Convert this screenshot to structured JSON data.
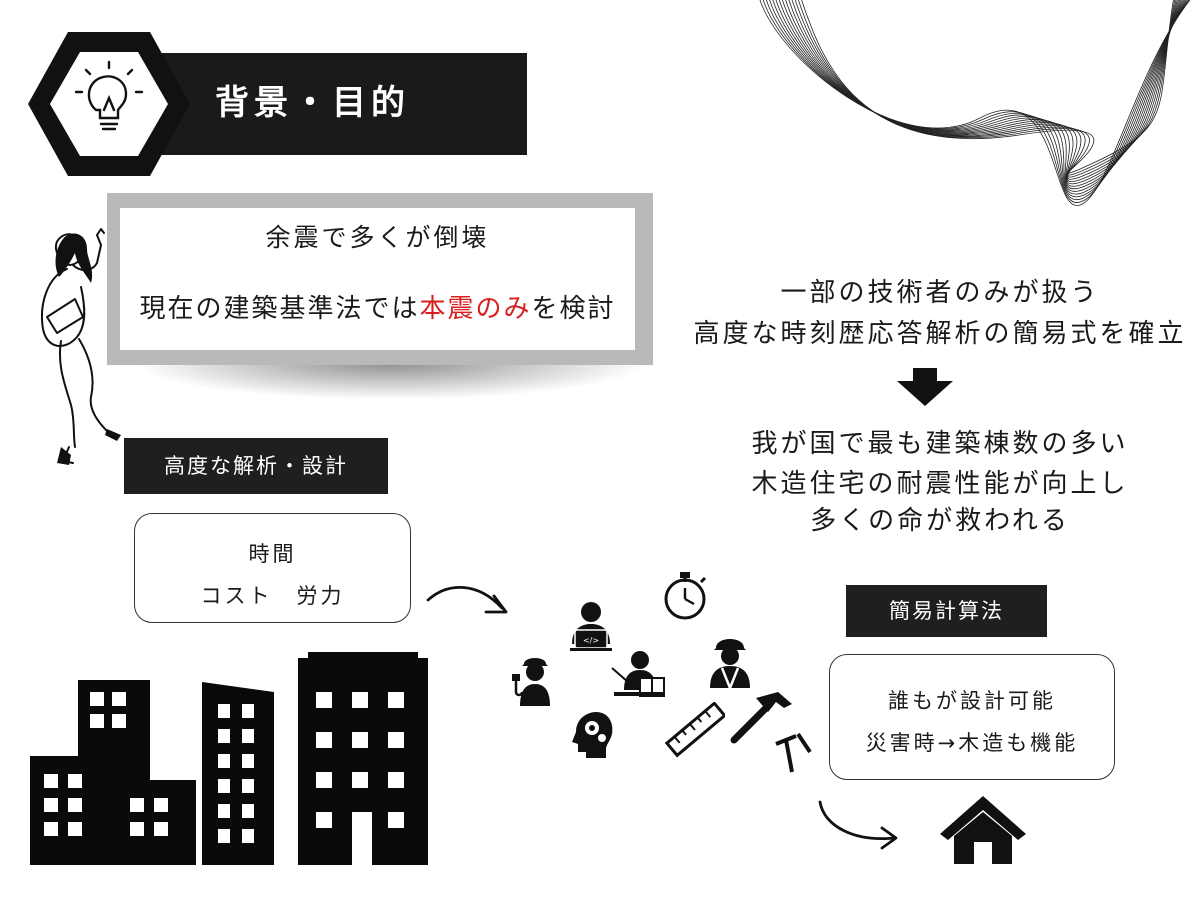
{
  "header": {
    "title": "背景・目的",
    "icon": "lightbulb-icon"
  },
  "problem": {
    "line1": "余震で多くが倒壊",
    "line2_before": "現在の建築基準法では",
    "line2_highlight": "本震のみ",
    "line2_after": "を検討",
    "highlight_color": "#d81f1f"
  },
  "analysis": {
    "label": "高度な解析・設計",
    "items": [
      "時間",
      "コスト　労力"
    ]
  },
  "goal": {
    "line1": "一部の技術者のみが扱う",
    "line2": "高度な時刻歴応答解析の簡易式を確立",
    "result1": "我が国で最も建築棟数の多い",
    "result2": "木造住宅の耐震性能が向上し",
    "result3": "多くの命が救われる"
  },
  "simple": {
    "label": "簡易計算法",
    "items": [
      "誰もが設計可能",
      "災害時→木造も機能"
    ]
  },
  "icons": [
    "hexagon-badge",
    "woman-illustration",
    "buildings-icon",
    "stopwatch-icon",
    "programmer-icon",
    "engineer-icon",
    "teacher-icon",
    "worker-icon",
    "brain-gear-icon",
    "ruler-icon",
    "hammer-icon",
    "nail-puller-icon",
    "house-icon",
    "down-arrow-icon",
    "curved-arrow-icon",
    "wave-lines"
  ]
}
